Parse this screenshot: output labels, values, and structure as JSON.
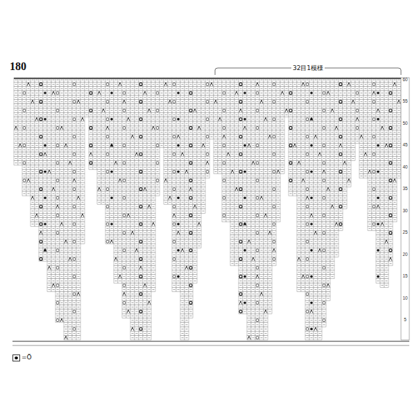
{
  "diagram": {
    "title": "180",
    "labels": [
      "32目1模様",
      "60",
      "55",
      "50",
      "45",
      "40",
      "35",
      "30",
      "25",
      "20",
      "15",
      "10",
      "5"
    ],
    "legend": [
      {
        "text": "=Ö"
      }
    ]
  }
}
